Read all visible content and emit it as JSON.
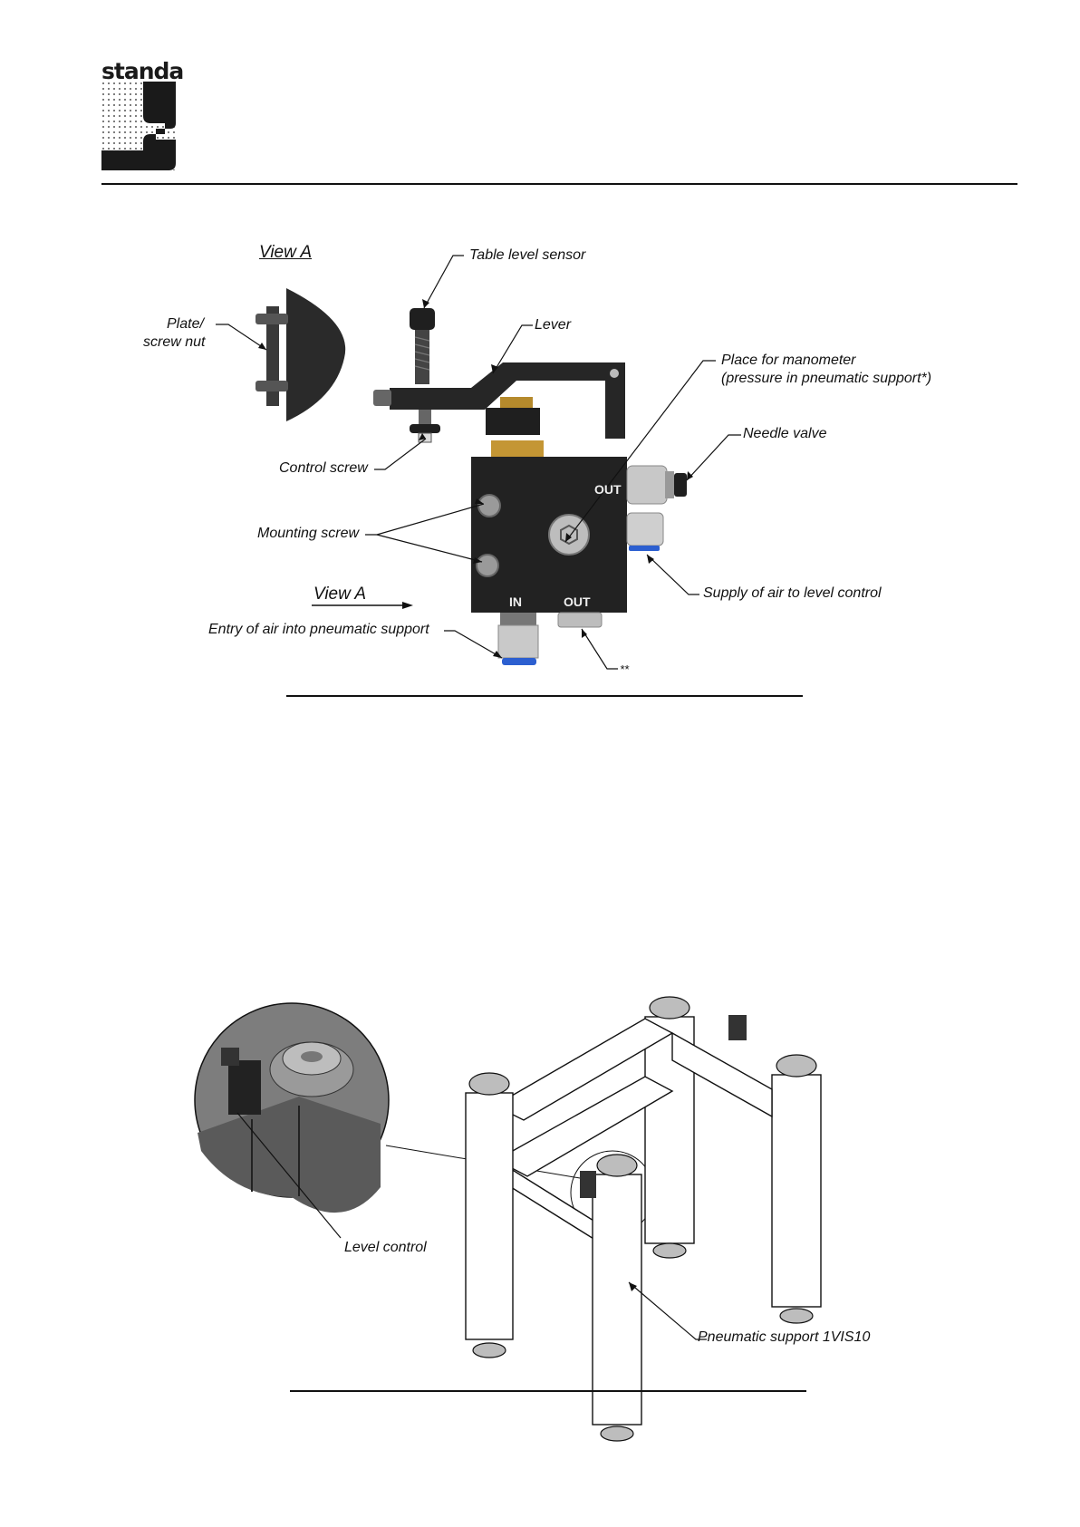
{
  "header": {
    "logo_text": "standa"
  },
  "figure_top": {
    "view_a_title": "View A",
    "labels": {
      "table_level_sensor": "Table level sensor",
      "lever": "Lever",
      "plate_line1": "Plate/",
      "plate_line2": "screw nut",
      "manometer_line1": "Place for manometer",
      "manometer_line2": "(pressure in pneumatic support*)",
      "needle_valve": "Needle valve",
      "control_screw": "Control screw",
      "mounting_screw": "Mounting screw",
      "supply_air": "Supply of air to level control",
      "view_a_arrow": "View A",
      "entry_air": "Entry of air into pneumatic support",
      "double_star": "**"
    },
    "port_marks": {
      "out_side": "OUT",
      "in_bottom": "IN",
      "out_bottom": "OUT"
    }
  },
  "figure_bottom": {
    "labels": {
      "level_control": "Level control",
      "pneumatic_support": "Pneumatic support 1VIS10"
    }
  }
}
